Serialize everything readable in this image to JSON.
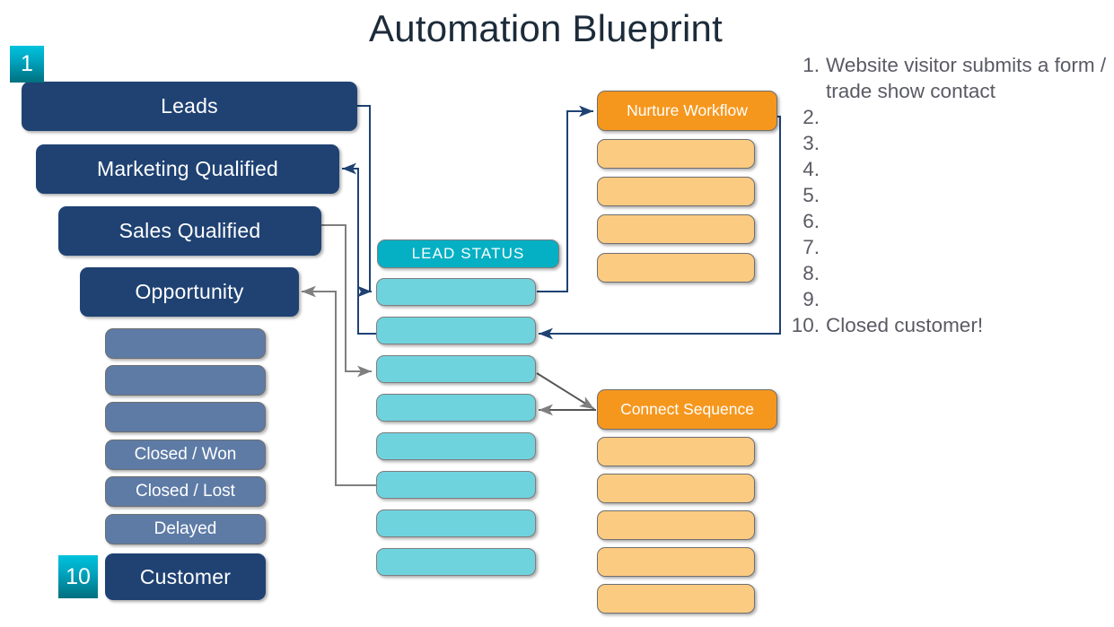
{
  "slide": {
    "title": "Automation Blueprint",
    "background": "#ffffff"
  },
  "colors": {
    "navy": "#1f4273",
    "slate": "#5e7ba6",
    "teal_header": "#05b0c4",
    "teal_item": "#6fd3de",
    "orange_header": "#f6971d",
    "orange_item": "#fbcb82",
    "badge_top": "#00c2dc",
    "badge_bottom": "#00707f",
    "navy_connector": "#1f4273",
    "gray_connector": "#7f7f7f",
    "list_text": "#5a5a64",
    "title_text": "#1c2b3a"
  },
  "funnel": {
    "stages": [
      {
        "label": "Leads"
      },
      {
        "label": "Marketing Qualified"
      },
      {
        "label": "Sales Qualified"
      },
      {
        "label": "Opportunity"
      }
    ],
    "substages": [
      {
        "label": ""
      },
      {
        "label": ""
      },
      {
        "label": ""
      },
      {
        "label": "Closed / Won"
      },
      {
        "label": "Closed / Lost"
      },
      {
        "label": "Delayed"
      }
    ],
    "final": {
      "label": "Customer"
    }
  },
  "badges": {
    "start": "1",
    "end": "10"
  },
  "lead_status": {
    "header": "LEAD STATUS",
    "items": [
      {
        "label": ""
      },
      {
        "label": ""
      },
      {
        "label": ""
      },
      {
        "label": ""
      },
      {
        "label": ""
      },
      {
        "label": ""
      },
      {
        "label": ""
      },
      {
        "label": ""
      }
    ]
  },
  "nurture_workflow": {
    "header": "Nurture Workflow",
    "items": [
      {
        "label": ""
      },
      {
        "label": ""
      },
      {
        "label": ""
      },
      {
        "label": ""
      }
    ]
  },
  "connect_sequence": {
    "header": "Connect Sequence",
    "items": [
      {
        "label": ""
      },
      {
        "label": ""
      },
      {
        "label": ""
      },
      {
        "label": ""
      },
      {
        "label": ""
      }
    ]
  },
  "steps": [
    {
      "num": "1.",
      "text": "Website visitor submits a form / trade show contact"
    },
    {
      "num": "2.",
      "text": ""
    },
    {
      "num": "3.",
      "text": ""
    },
    {
      "num": "4.",
      "text": ""
    },
    {
      "num": "5.",
      "text": ""
    },
    {
      "num": "6.",
      "text": ""
    },
    {
      "num": "7.",
      "text": ""
    },
    {
      "num": "8.",
      "text": ""
    },
    {
      "num": "9.",
      "text": ""
    },
    {
      "num": "10.",
      "text": "Closed customer!"
    }
  ]
}
